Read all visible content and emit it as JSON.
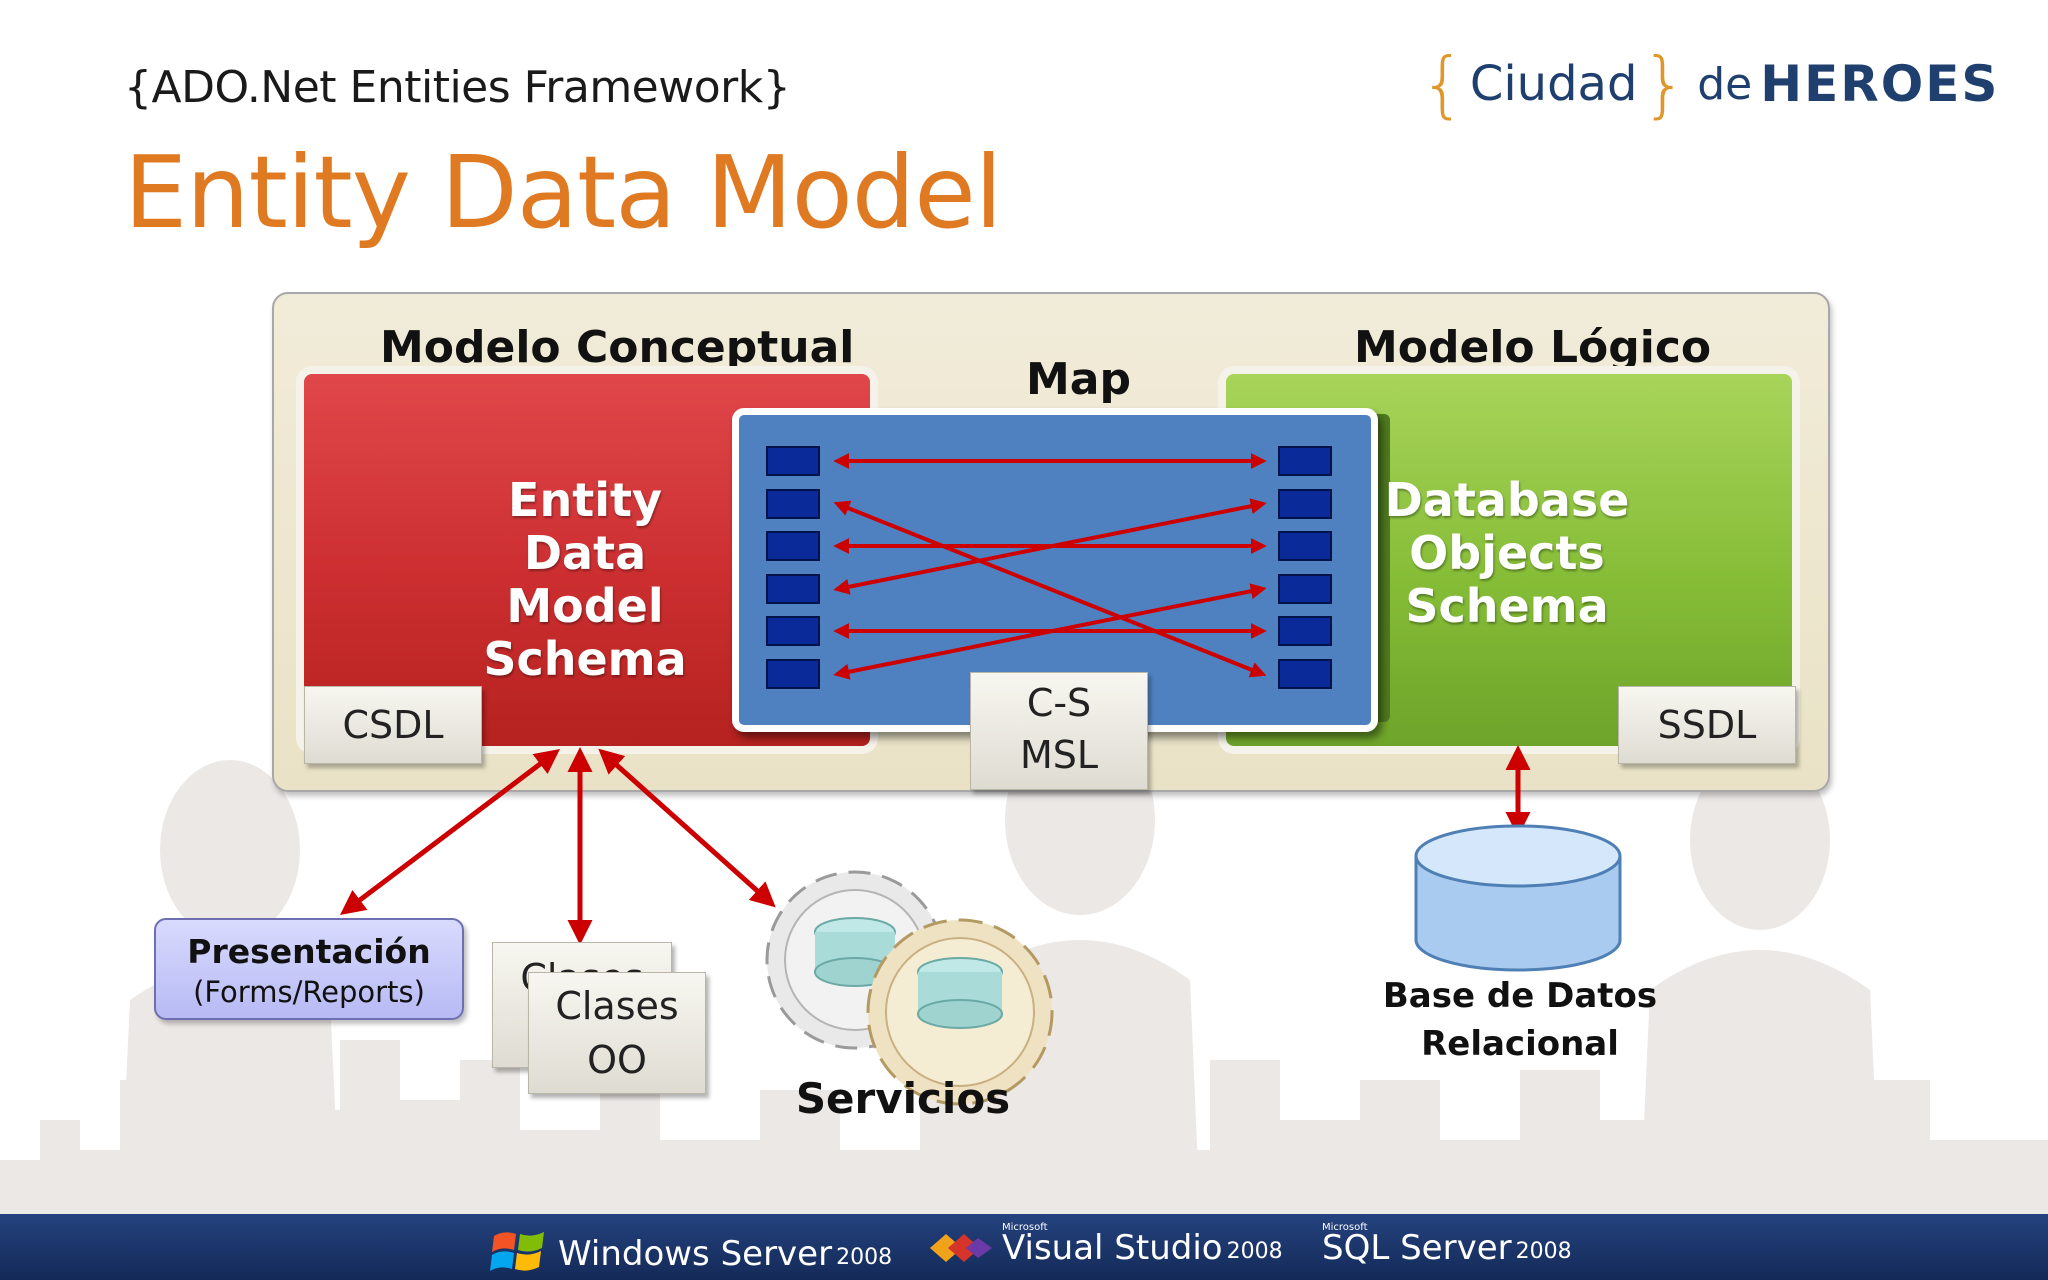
{
  "header": {
    "subtitle": "{ADO.Net Entities Framework}",
    "title": "Entity Data Model"
  },
  "logo": {
    "open_brace": "{",
    "city": "Ciudad",
    "close_brace": "}",
    "de": "de",
    "heroes": "HEROES"
  },
  "diagram": {
    "conceptual": {
      "label": "Modelo Conceptual",
      "box_lines": [
        "Entity Data",
        "Model",
        "Schema"
      ],
      "tag": "CSDL"
    },
    "map": {
      "label": "Map",
      "tag_lines": [
        "C-S",
        "MSL"
      ]
    },
    "logical": {
      "label": "Modelo Lógico",
      "box_lines": [
        "Database",
        "Objects",
        "Schema"
      ],
      "tag": "SSDL"
    },
    "presentation": {
      "title": "Presentación",
      "subtitle": "(Forms/Reports)"
    },
    "classes": {
      "back_lines": [
        "Clases",
        "OO"
      ],
      "front_lines": [
        "Clases",
        "OO"
      ]
    },
    "services": {
      "label": "Servicios"
    },
    "database": {
      "label_lines": [
        "Base de Datos",
        "Relacional"
      ]
    }
  },
  "colors": {
    "title": "#e07a22",
    "conceptual_box": "#d33a3c",
    "logical_box": "#8cc13b",
    "map_box": "#4f81c0",
    "arrow": "#cc0000",
    "footer": "#1c3668"
  },
  "footer": {
    "products": [
      {
        "name": "Windows Server",
        "year": "2008",
        "icon": "windows-flag-icon"
      },
      {
        "name": "Visual Studio",
        "year": "2008",
        "icon": "visual-studio-icon",
        "brand": "Microsoft"
      },
      {
        "name": "SQL Server",
        "year": "2008",
        "icon": "sql-server-icon",
        "brand": "Microsoft"
      }
    ]
  }
}
